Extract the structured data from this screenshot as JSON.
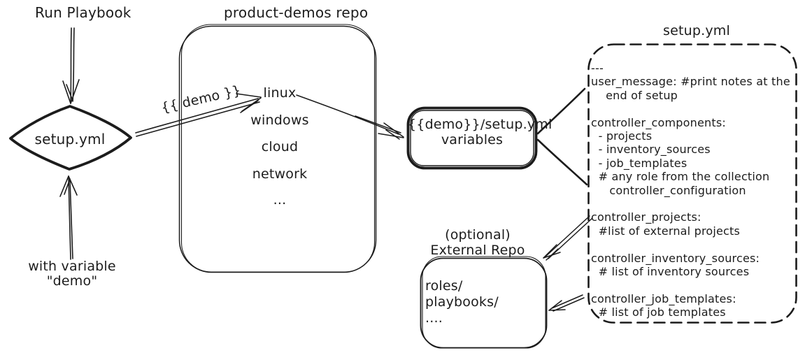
{
  "colors": {
    "ink": "#1c1c1c",
    "background": "#ffffff"
  },
  "left_flow": {
    "run_playbook_label": "Run Playbook",
    "diamond_label": "setup.yml",
    "with_variable_label": [
      "with variable",
      "\"demo\""
    ],
    "demo_arrow_label": "{{ demo }}"
  },
  "repo": {
    "title": "product-demos repo",
    "items": [
      "linux",
      "windows",
      "cloud",
      "network",
      "..."
    ]
  },
  "variables_box": {
    "label": [
      "{{demo}}/setup.yml",
      "variables"
    ]
  },
  "setup_yml": {
    "title": "setup.yml",
    "lines": [
      "---",
      "user_message: #print notes at the",
      "    end of setup",
      "",
      "controller_components:",
      "  - projects",
      "  - inventory_sources",
      "  - job_templates",
      "  # any role from the collection",
      "     controller_configuration",
      "",
      "controller_projects:",
      "  #list of external projects",
      "",
      "controller_inventory_sources:",
      "  # list of inventory sources",
      "",
      "controller_job_templates:",
      "  # list of job templates"
    ]
  },
  "external_repo": {
    "title": [
      "(optional)",
      "External Repo"
    ],
    "lines": [
      "roles/",
      "playbooks/",
      "...."
    ]
  }
}
